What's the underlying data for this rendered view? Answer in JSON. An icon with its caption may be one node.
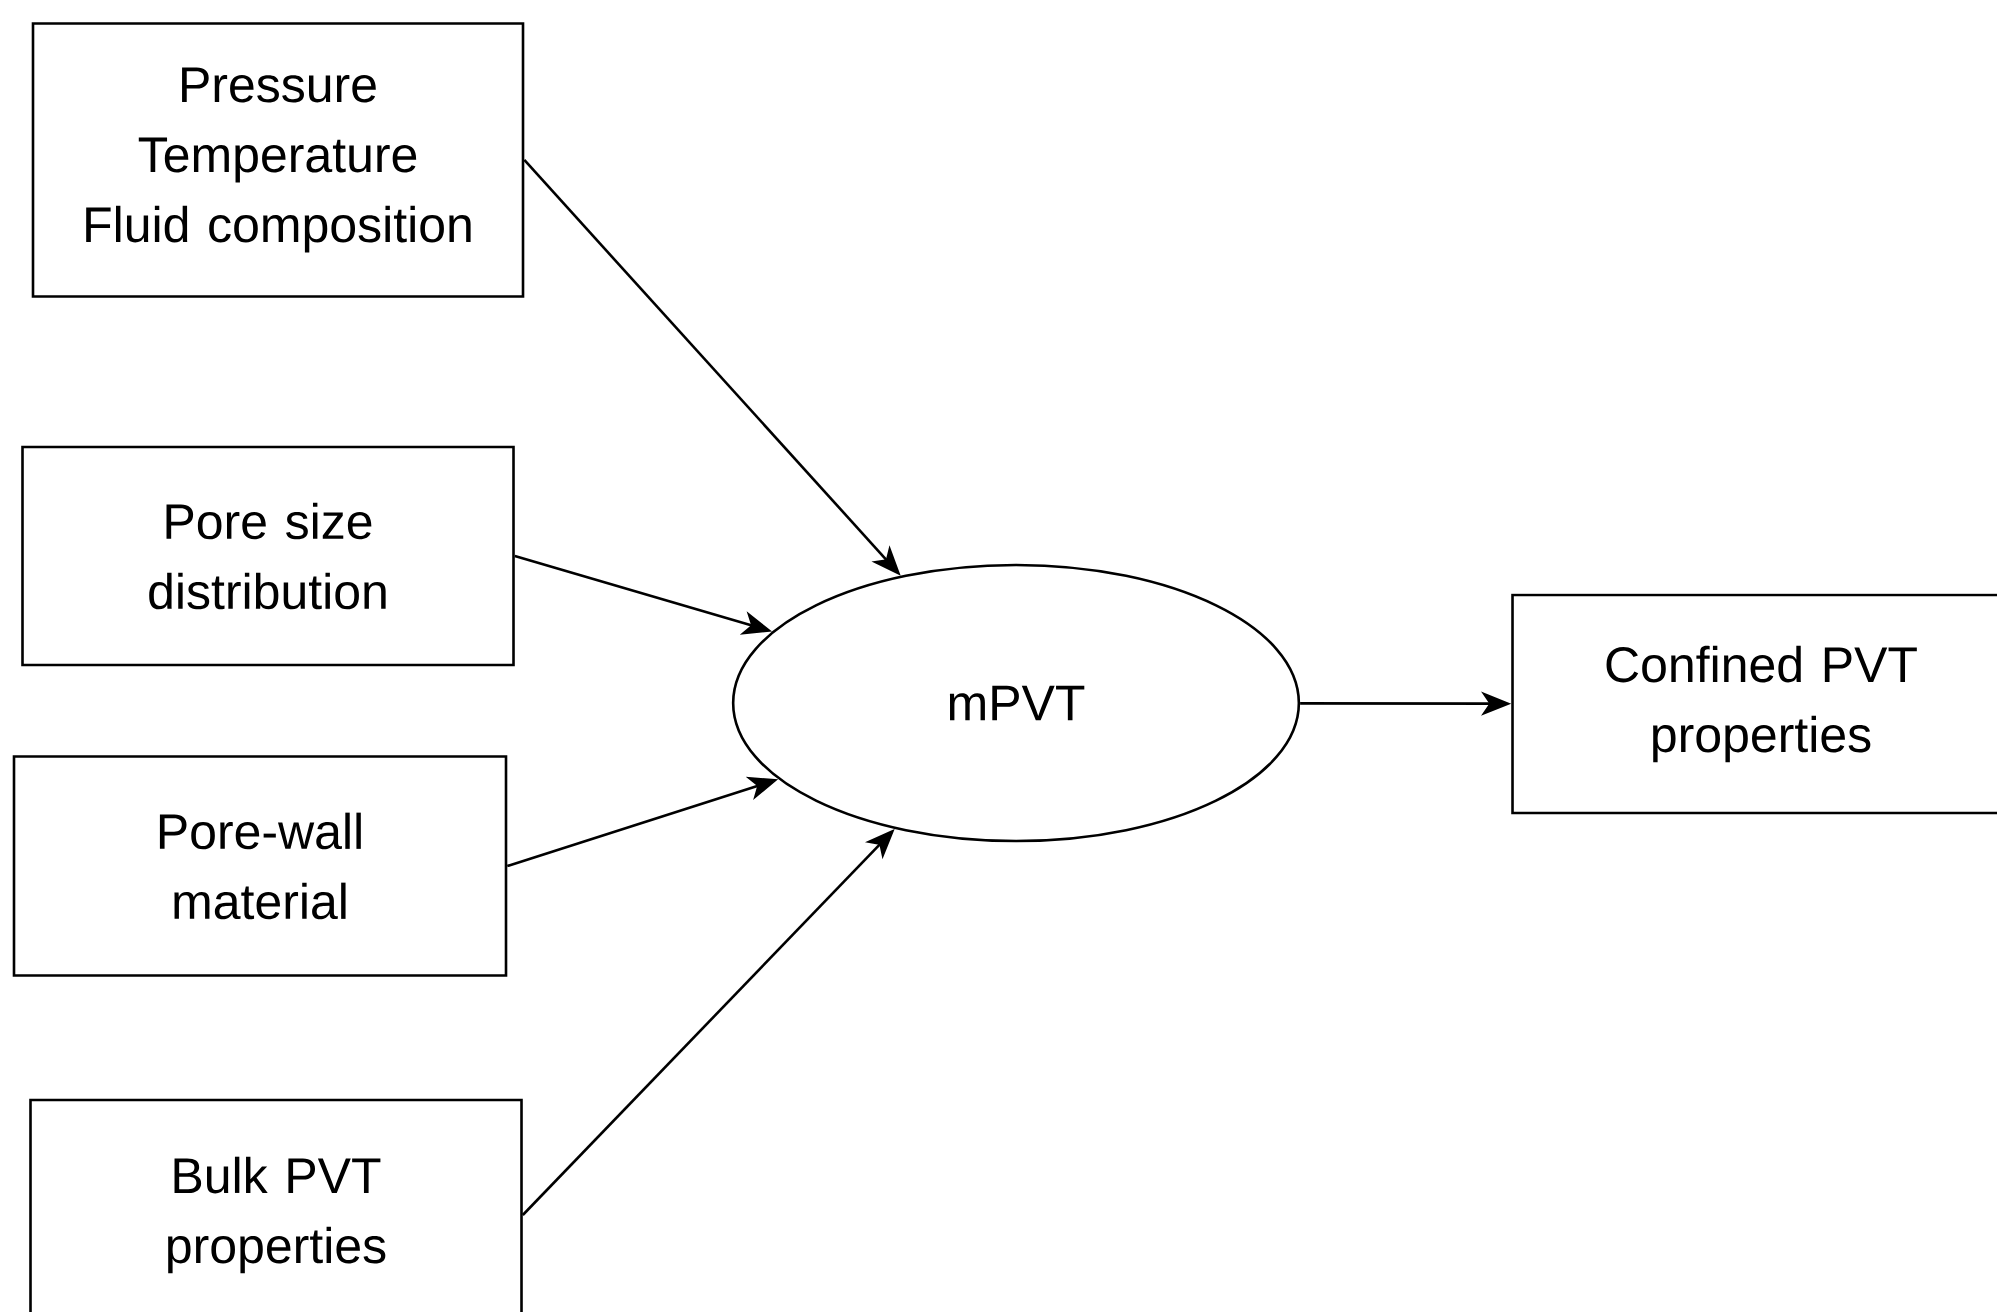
{
  "diagram": {
    "nodes": [
      {
        "text": [
          "Pressure",
          "Temperature",
          "Fluid composition"
        ]
      },
      {
        "text": [
          "Pore size distribution"
        ]
      },
      {
        "text": [
          "Pore-wall material"
        ]
      },
      {
        "text": [
          "Bulk PVT properties"
        ]
      },
      {
        "text": [
          "mPVT"
        ]
      },
      {
        "text": [
          "Confined PVT properties"
        ]
      }
    ],
    "edges": [
      {
        "from": 0,
        "to": 4,
        "arrow": "to"
      },
      {
        "from": 1,
        "to": 4,
        "arrow": "to"
      },
      {
        "from": 2,
        "to": 4,
        "arrow": "to"
      },
      {
        "from": 3,
        "to": 4,
        "arrow": "to"
      },
      {
        "from": 4,
        "to": 5,
        "arrow": "to"
      }
    ]
  }
}
